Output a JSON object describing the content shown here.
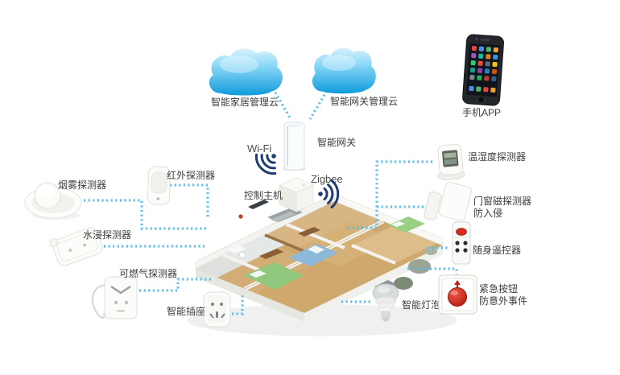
{
  "clouds": {
    "left_label": "智能家居管理云",
    "right_label": "智能网关管理云"
  },
  "phone": {
    "label": "手机APP"
  },
  "gateway": {
    "label": "智能网关",
    "wifi_label": "Wi-Fi",
    "zigbee_label": "Zigbee",
    "host_label": "控制主机"
  },
  "devices": {
    "smoke": {
      "label": "烟雾探测器"
    },
    "infrared": {
      "label": "红外探测器"
    },
    "water": {
      "label": "水浸探测器"
    },
    "gas": {
      "label": "可燃气探测器"
    },
    "socket": {
      "label": "智能插座"
    },
    "bulb": {
      "label": "智能灯泡"
    },
    "temp_humidity": {
      "label": "温湿度探测器"
    },
    "door_magnet": {
      "label": "门窗磁探测器",
      "sublabel": "防入侵"
    },
    "remote": {
      "label": "随身遥控器"
    },
    "emergency": {
      "label": "紧急按钮",
      "sublabel": "防意外事件"
    }
  },
  "colors": {
    "connector_blue": "#57bde9",
    "cloud_blue": "#129cdc",
    "signal_navy": "#1f3d70",
    "alert_red": "#cf1f16"
  }
}
